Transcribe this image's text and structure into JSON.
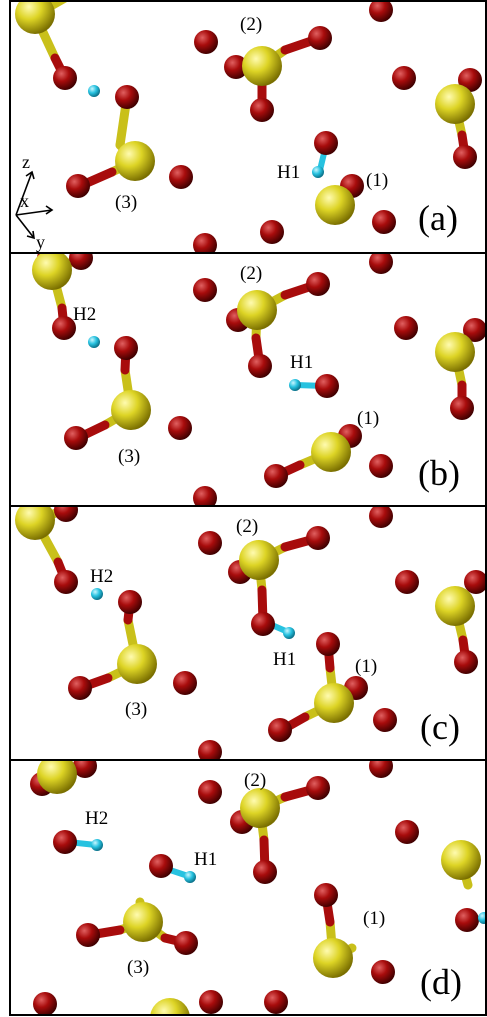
{
  "colors": {
    "sulfur": "#d8d020",
    "oxygen": "#a80c0c",
    "hydrogen": "#27c2e0",
    "frame": "#000000"
  },
  "axes": {
    "z": "z",
    "x": "x",
    "y": "y"
  },
  "panels": [
    {
      "id": "a",
      "panel_label": "(a)",
      "labels": {
        "s1": "(1)",
        "s2": "(2)",
        "s3": "(3)",
        "h1": "H1"
      },
      "has_axes": true
    },
    {
      "id": "b",
      "panel_label": "(b)",
      "labels": {
        "s1": "(1)",
        "s2": "(2)",
        "s3": "(3)",
        "h1": "H1",
        "h2": "H2"
      },
      "has_axes": false
    },
    {
      "id": "c",
      "panel_label": "(c)",
      "labels": {
        "s1": "(1)",
        "s2": "(2)",
        "s3": "(3)",
        "h1": "H1",
        "h2": "H2"
      },
      "has_axes": false
    },
    {
      "id": "d",
      "panel_label": "(d)",
      "labels": {
        "s1": "(1)",
        "s2": "(2)",
        "s3": "(3)",
        "h1": "H1",
        "h2": "H2"
      },
      "has_axes": false
    }
  ]
}
